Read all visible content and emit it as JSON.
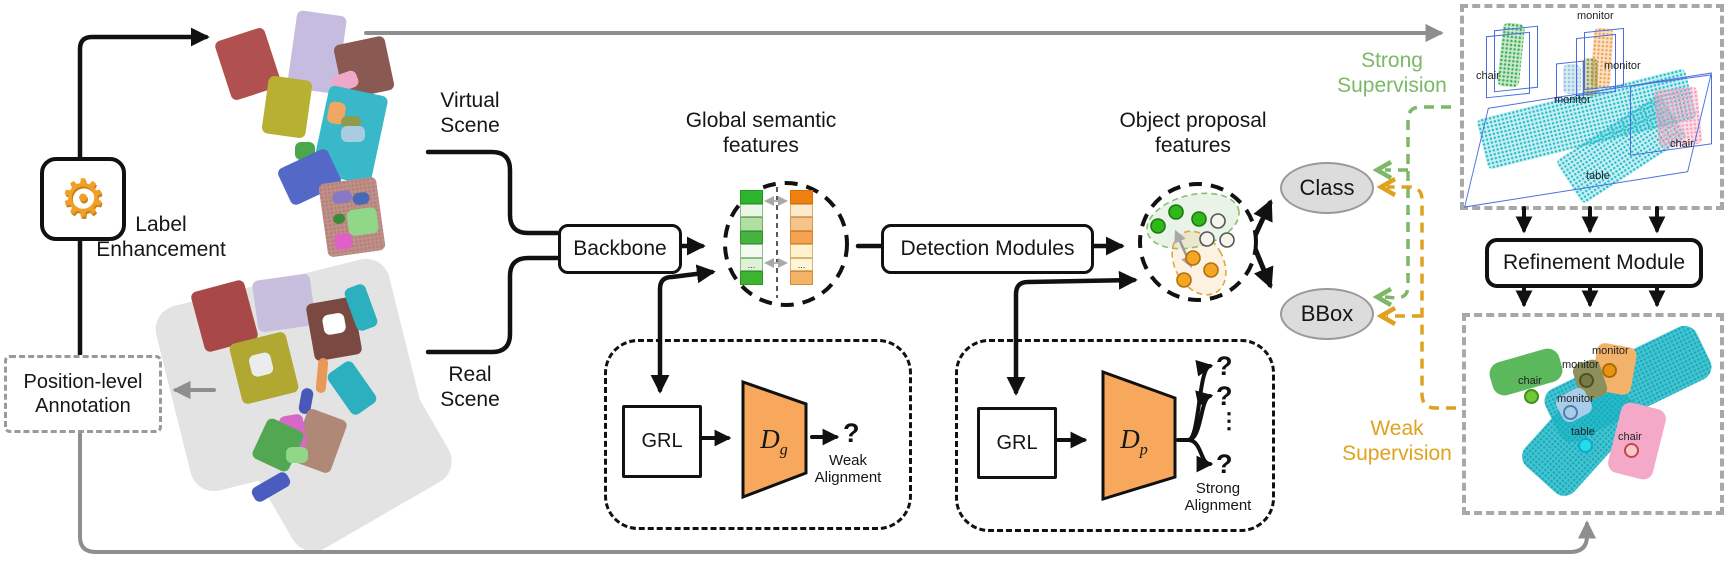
{
  "left": {
    "label_enhancement": "Label\nEnhancement",
    "position_annotation": "Position-level\nAnnotation"
  },
  "scenes": {
    "virtual": "Virtual\nScene",
    "real": "Real\nScene"
  },
  "pipeline": {
    "backbone": "Backbone",
    "global_features": "Global semantic\nfeatures",
    "detection_modules": "Detection Modules",
    "proposal_features": "Object proposal\nfeatures",
    "class_head": "Class",
    "bbox_head": "BBox",
    "ellipsis": "..."
  },
  "alignment": {
    "grl_global": "GRL",
    "grl_proposal": "GRL",
    "d_global": "D",
    "d_global_sub": "g",
    "d_proposal": "D",
    "d_proposal_sub": "p",
    "weak": "Weak\nAlignment",
    "strong": "Strong\nAlignment",
    "question": "?",
    "vdots": "⋮"
  },
  "supervision": {
    "strong": "Strong\nSupervision",
    "weak": "Weak\nSupervision"
  },
  "refinement": {
    "title": "Refinement Module"
  },
  "panel_strong": {
    "labels": [
      "monitor",
      "chair",
      "monitor",
      "monitor",
      "chair",
      "table"
    ]
  },
  "panel_weak": {
    "labels": [
      "monitor",
      "monitor",
      "chair",
      "monitor",
      "table",
      "chair"
    ]
  },
  "colors": {
    "supervision_green": "#7cb868",
    "supervision_orange": "#dfa21e",
    "discriminator_fill": "#f7a85c",
    "wireframe_blue": "#4a6ee0",
    "arrow_gray": "#8e8e8e",
    "head_fill": "#dcdcdc"
  }
}
